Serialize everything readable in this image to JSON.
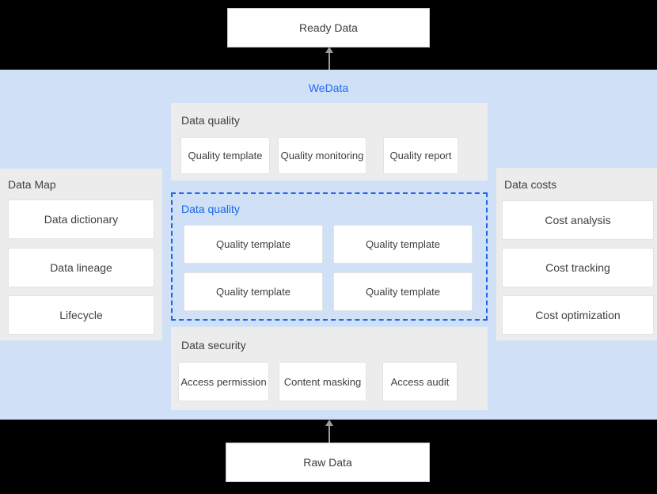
{
  "platform": {
    "label": "WeData"
  },
  "nodes": {
    "ready_data": "Ready Data",
    "raw_data": "Raw Data"
  },
  "left_panel": {
    "title": "Data Map",
    "items": [
      "Data dictionary",
      "Data lineage",
      "Lifecycle"
    ]
  },
  "right_panel": {
    "title": "Data costs",
    "items": [
      "Cost analysis",
      "Cost tracking",
      "Cost optimization"
    ]
  },
  "center": {
    "quality_overview": {
      "title": "Data quality",
      "items": [
        "Quality template",
        "Quality monitoring",
        "Quality report"
      ]
    },
    "quality_detail": {
      "title": "Data quality",
      "items": [
        "Quality template",
        "Quality template",
        "Quality template",
        "Quality template"
      ]
    },
    "security": {
      "title": "Data security",
      "items": [
        "Access permission",
        "Content masking",
        "Access audit"
      ]
    }
  },
  "colors": {
    "outer_background": "#000000",
    "platform_band": "#cfe0f7",
    "section_gray": "#ececec",
    "accent_blue": "#1f6bf2",
    "dashed_border_blue": "#2166e8",
    "arrow_gray": "#9e9e9e"
  }
}
